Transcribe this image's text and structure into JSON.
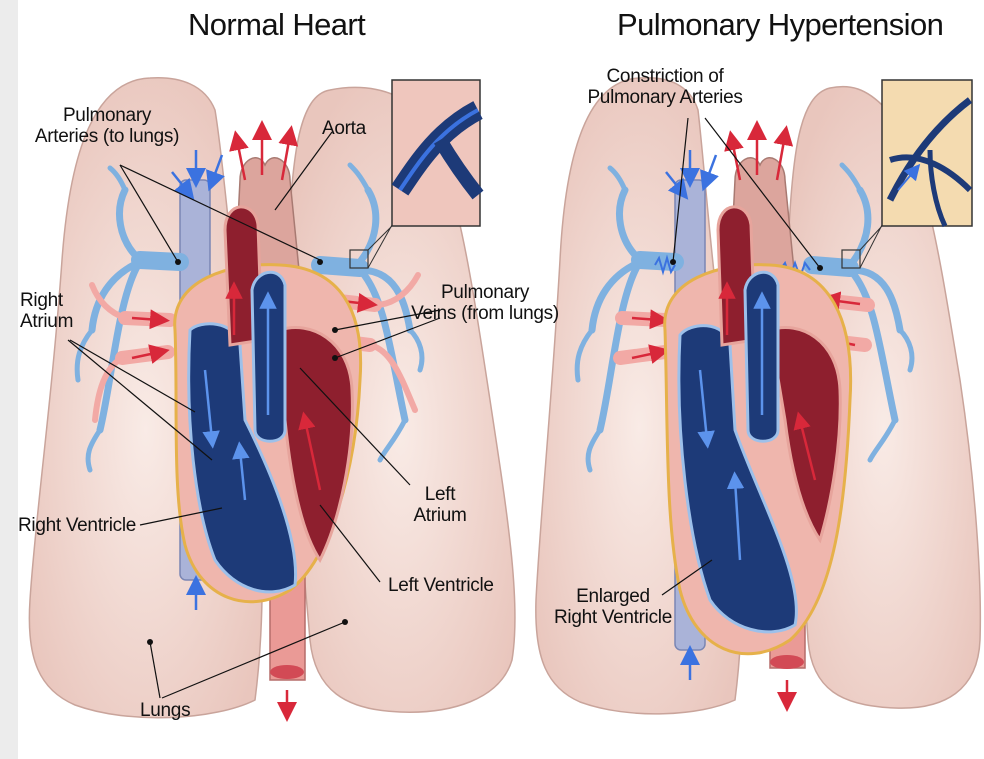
{
  "titles": {
    "left": "Normal Heart",
    "right": "Pulmonary Hypertension"
  },
  "labels": {
    "pulmonary_arteries": [
      "Pulmonary",
      "Arteries (to lungs)"
    ],
    "aorta": "Aorta",
    "right_atrium": [
      "Right",
      "Atrium"
    ],
    "pulmonary_veins": [
      "Pulmonary",
      "Veins (from lungs)"
    ],
    "left_atrium": [
      "Left",
      "Atrium"
    ],
    "right_ventricle": "Right Ventricle",
    "left_ventricle": "Left Ventricle",
    "lungs": "Lungs",
    "constriction": [
      "Constriction of",
      "Pulmonary Arteries"
    ],
    "enlarged_rv": [
      "Enlarged",
      "Right Ventricle"
    ]
  },
  "colors": {
    "background": "#ececec",
    "panel": "#ffffff",
    "lung": "#ecccc4",
    "vena_cava": "#aab3d8",
    "deoxygenated": "#1d3a78",
    "oxygenated": "#8e1f2e",
    "pulmonary_artery": "#7fb1e0",
    "pulmonary_vein": "#f2a9a5",
    "heart_wall": "#efb6ad",
    "pericardium": "#f2cf82",
    "arrow_red": "#d8283a",
    "arrow_blue": "#3b72e0"
  }
}
